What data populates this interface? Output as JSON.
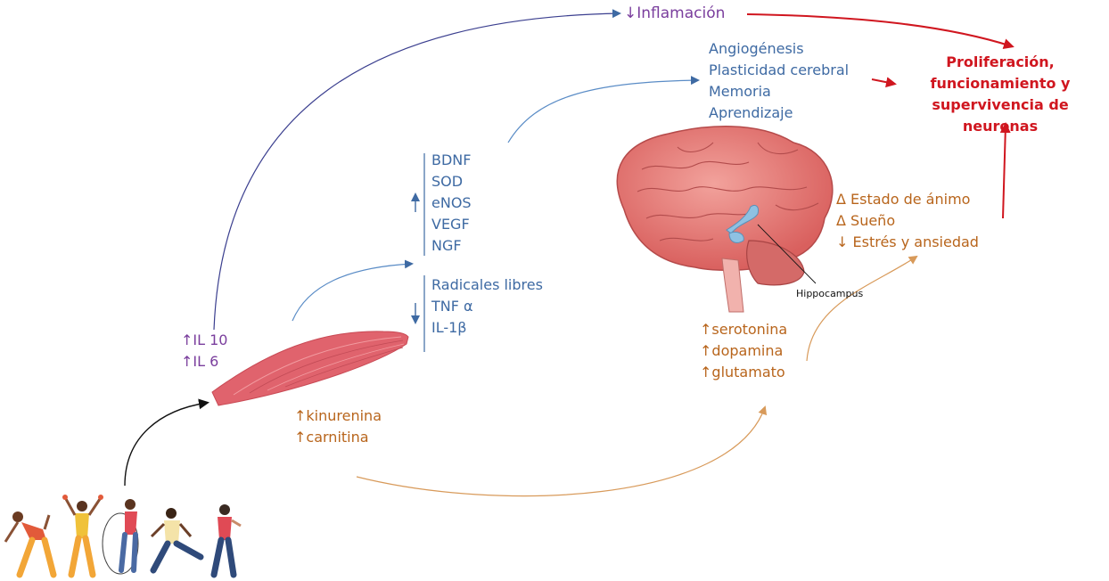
{
  "colors": {
    "purple": "#7a3e9d",
    "blue": "#3e6aa3",
    "orange": "#b8651c",
    "red": "#d0161f",
    "muscle": "#e0636d",
    "brain": "#e7837f",
    "hippocampus": "#8fc1e2"
  },
  "labels": {
    "inflamacion": "↓Inflamación",
    "outcome": [
      "Proliferación,",
      "funcionamiento y",
      "supervivencia de neuronas"
    ],
    "brain_functions": [
      "Angiogénesis",
      "Plasticidad cerebral",
      "Memoria",
      "Aprendizaje"
    ],
    "up_factors": [
      "BDNF",
      "SOD",
      "eNOS",
      "VEGF",
      "NGF"
    ],
    "down_factors": [
      "Radicales libres",
      "TNF α",
      "IL-1β"
    ],
    "interleukins": [
      "↑IL 10",
      "↑IL 6"
    ],
    "muscle_metabolites": [
      "↑kinurenina",
      "↑carnitina"
    ],
    "neurotransmitters": [
      "↑serotonina",
      "↑dopamina",
      "↑glutamato"
    ],
    "mood_effects": [
      "Δ Estado de ánimo",
      "Δ Sueño",
      "↓ Estrés y ansiedad"
    ],
    "hippocampus": "Hippocampus"
  },
  "icons": [
    "exercising-people-illustration",
    "muscle-illustration",
    "brain-illustration"
  ]
}
